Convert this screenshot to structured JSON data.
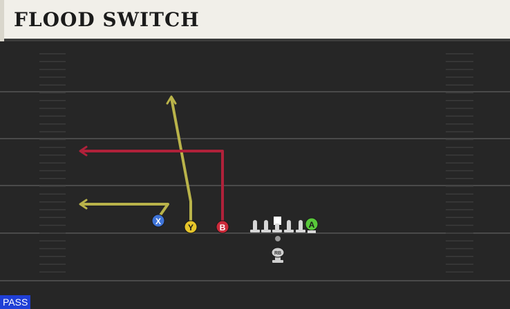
{
  "play": {
    "title": "FLOOD SWITCH",
    "type_tag": "PASS"
  },
  "players": [
    {
      "id": "X",
      "label": "X",
      "color": "#3f74d8",
      "text_color": "#ffffff"
    },
    {
      "id": "Y",
      "label": "Y",
      "color": "#e6c52a",
      "text_color": "#1b1b1b"
    },
    {
      "id": "B",
      "label": "B",
      "color": "#cc2a3a",
      "text_color": "#ffffff"
    },
    {
      "id": "A",
      "label": "A",
      "color": "#58c83a",
      "text_color": "#1b1b1b"
    },
    {
      "id": "RB",
      "label": "RB",
      "color": "#cfcfcf",
      "text_color": "#333333"
    }
  ],
  "colors": {
    "field": "#262626",
    "yard_line": "#4a4a4a",
    "hash": "#3b3b3b",
    "route_yellow": "#b9b34a",
    "route_red": "#b0213a",
    "lineman": "#d7d7d7"
  }
}
